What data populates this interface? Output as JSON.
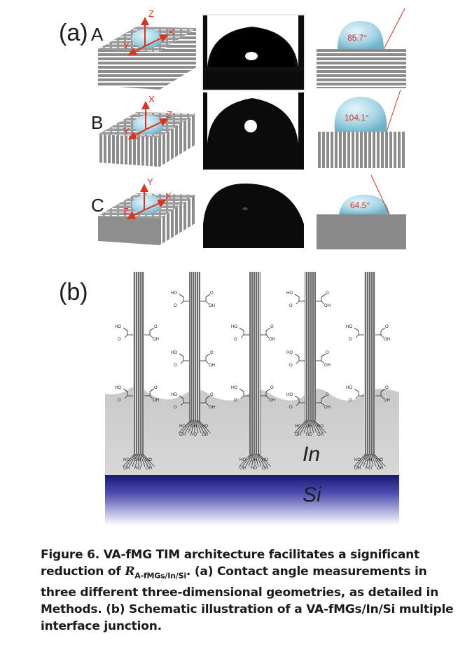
{
  "panel_a": {
    "label": "(a)",
    "rows": [
      {
        "letter": "A",
        "axes": {
          "up": "Z",
          "right": "X",
          "left": "Y"
        },
        "angle": "85.7°"
      },
      {
        "letter": "B",
        "axes": {
          "up": "X",
          "right": "Z",
          "left": "Y"
        },
        "angle": "104.1°"
      },
      {
        "letter": "C",
        "axes": {
          "up": "Y",
          "right": "X",
          "left": "Z"
        },
        "angle": "64.5°"
      }
    ]
  },
  "panel_b": {
    "label": "(b)",
    "layer_top": "In",
    "layer_bottom": "Si",
    "chem": {
      "ho": "HO",
      "oh": "OH",
      "o": "O"
    }
  },
  "caption": {
    "prefix": "Figure 6.  VA-fMG TIM architecture facilitates a significant reduction of ",
    "r_symbol": "R",
    "r_subscript": "A-fMGs/In/Si",
    "suffix": ". (a) Contact angle measurements in three different three-dimensional geometries, as detailed in Methods. (b) Schematic illustration of a VA-fMGs/In/Si multiple interface junction."
  },
  "colors": {
    "slab_top": "#9c9c9c",
    "slab_side": "#8a8a8a",
    "droplet": "#a7d6e6",
    "axis": "#e0301e",
    "indium": "#c8c8c8",
    "silicon": "#1f1f7a",
    "nanotube": "#555555"
  }
}
